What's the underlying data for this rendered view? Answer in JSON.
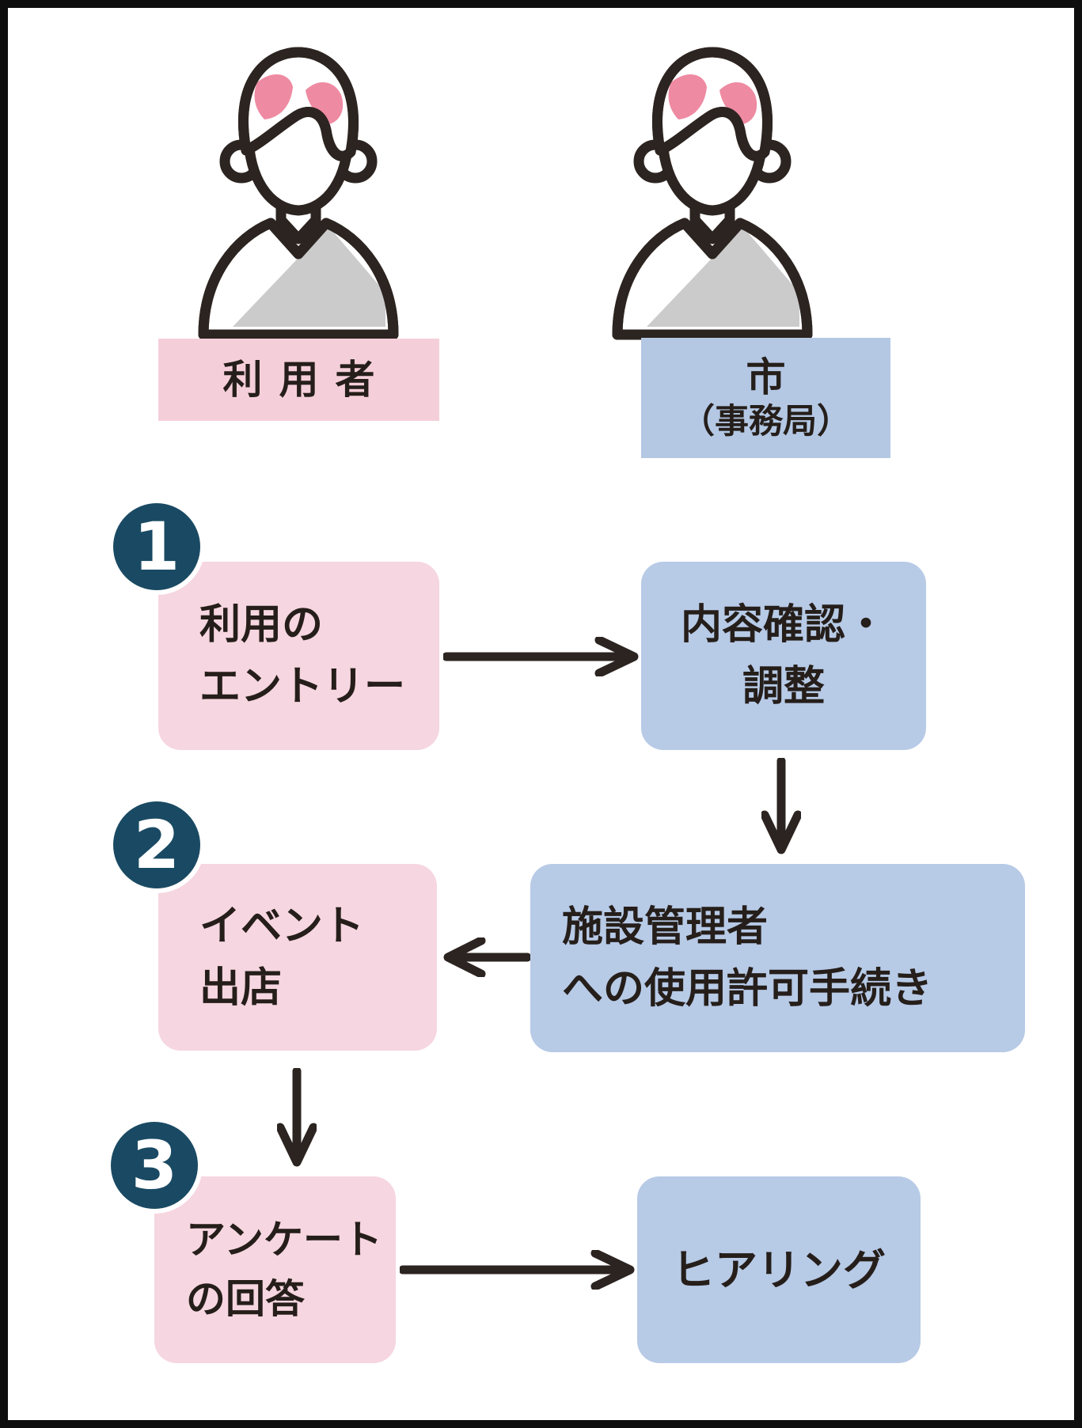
{
  "diagram_title": "event-entry-flow",
  "colors": {
    "box_pink": "#f6d6e0",
    "plate_pink": "#f4cfda",
    "box_blue": "#b7cae6",
    "plate_blue": "#b4c8e4",
    "step_circle": "#1a4a63",
    "outline_dark": "#2c2420",
    "hair_pink": "#ee8aa2",
    "shade_gray": "#cbcbcc",
    "frame_black": "#0e0e0e",
    "text_dark": "#251e1a"
  },
  "actors": {
    "user": {
      "label": "利用者"
    },
    "city": {
      "line1": "市",
      "line2": "（事務局）"
    }
  },
  "steps": {
    "step1": {
      "number": "1",
      "left_line1": "利用の",
      "left_line2": "エントリー",
      "right_line1": "内容確認・",
      "right_line2": "調整"
    },
    "step2": {
      "number": "2",
      "left_line1": "イベント",
      "left_line2": "出店",
      "right_line1": "施設管理者",
      "right_line2": "への使用許可手続き"
    },
    "step3": {
      "number": "3",
      "left_line1": "アンケート",
      "left_line2": "の回答",
      "right_line1": "ヒアリング"
    }
  },
  "icons": {
    "left_avatar": "person-icon",
    "right_avatar": "person-icon",
    "arrow1": "arrow-right-icon",
    "arrow2": "arrow-down-icon",
    "arrow3": "arrow-left-icon",
    "arrow4": "arrow-down-icon",
    "arrow5": "arrow-right-icon"
  }
}
